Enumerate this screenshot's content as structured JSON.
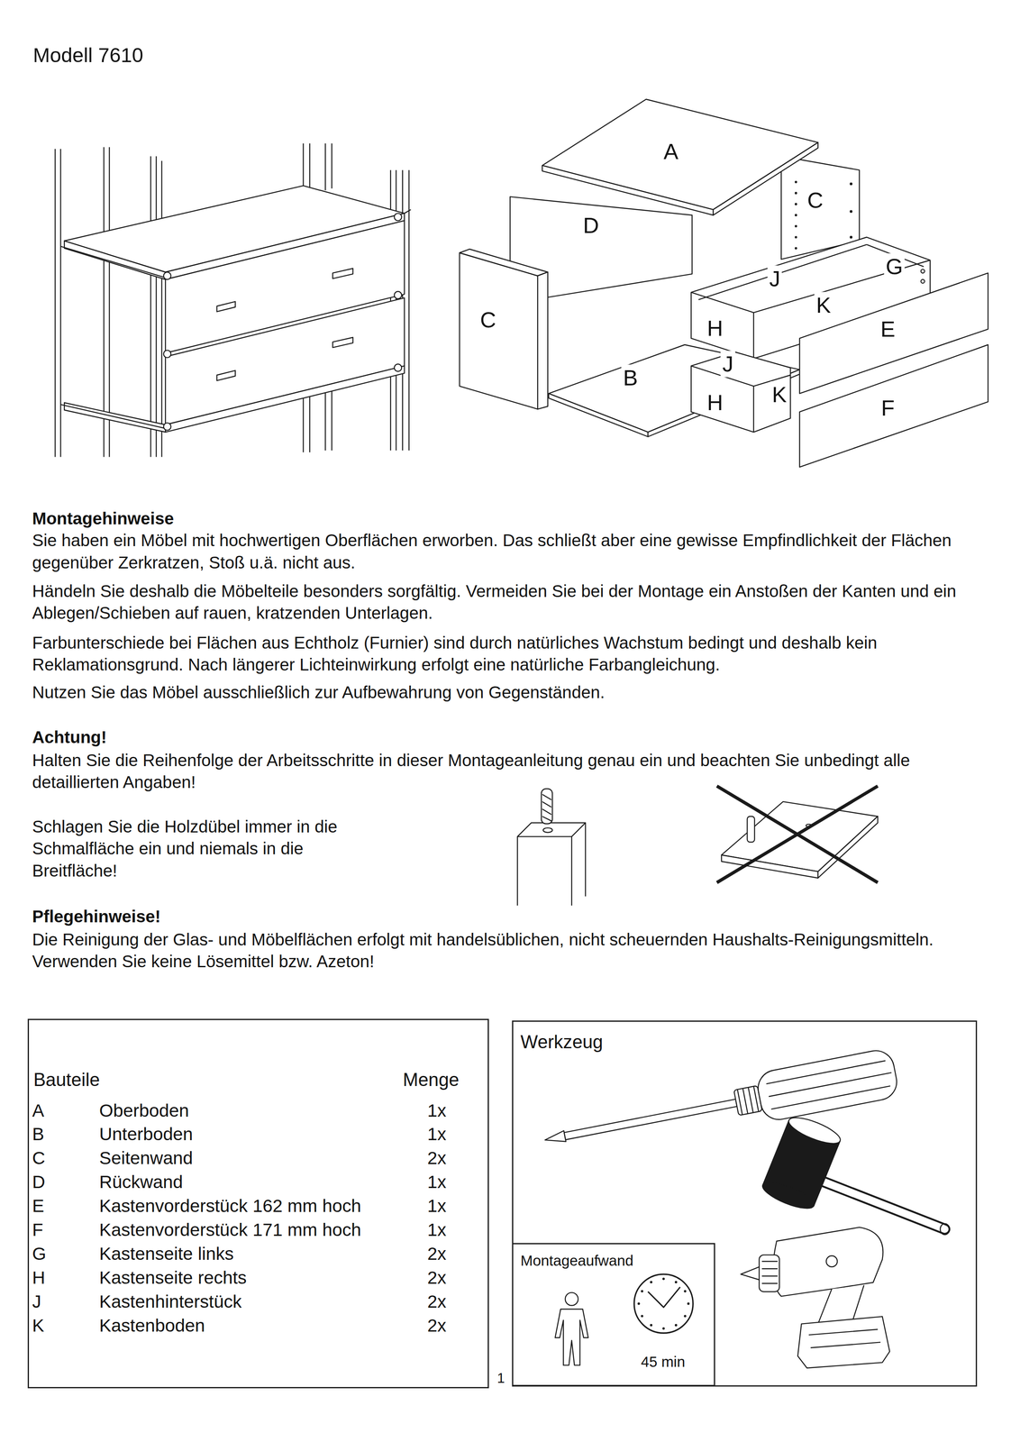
{
  "diagram": {
    "title": "Modell 7610",
    "nodes": [
      {
        "text": [
          "Bauteile",
          "Menge"
        ]
      },
      {
        "text": [
          "Werkzeug"
        ]
      },
      {
        "text": [
          "Montageaufwand",
          "45 min"
        ],
        "in": 1
      }
    ],
    "labels": [
      "A",
      "C",
      "D",
      "G",
      "J",
      "K",
      "C",
      "H",
      "E",
      "J",
      "B",
      "K",
      "H",
      "F",
      "Montagehinweise",
      "Sie haben ein Möbel mit hochwertigen Oberflächen erworben. Das schließt aber eine gewisse Empfindlichkeit der Flächen gegenüber Zerkratzen, Stoß u.ä. nicht aus.",
      "Händeln Sie deshalb die Möbelteile besonders sorgfältig. Vermeiden Sie bei der Montage ein Anstoßen der Kanten und ein Ablegen/Schieben auf rauen, kratzenden Unterlagen.",
      "Farbunterschiede bei Flächen aus Echtholz (Furnier) sind durch natürliches Wachstum bedingt und deshalb kein Reklamationsgrund. Nach längerer Lichteinwirkung erfolgt eine natürliche Farbangleichung.",
      "Nutzen Sie das Möbel ausschließlich zur Aufbewahrung von Gegenständen.",
      "Achtung!",
      "Halten Sie die Reihenfolge der Arbeitsschritte in dieser Montageanleitung genau ein und beachten Sie unbedingt alle detaillierten Angaben!",
      "Schlagen Sie die Holzdübel immer in die Schmalfläche ein und niemals in die Breitfläche!",
      "Pflegehinweise!",
      "Die Reinigung der Glas- und Möbelflächen erfolgt mit handelsüblichen, nicht scheuernden Haushalts-Reinigungsmitteln. Verwenden Sie keine Lösemittel bzw. Azeton!",
      "A",
      "Oberboden",
      "1x",
      "B",
      "Unterboden",
      "1x",
      "C",
      "Seitenwand",
      "2x",
      "D",
      "Rückwand",
      "1x",
      "E",
      "Kastenvorderstück 162 mm hoch",
      "1x",
      "F",
      "Kastenvorderstück 171 mm hoch",
      "1x",
      "G",
      "Kastenseite links",
      "2x",
      "H",
      "Kastenseite rechts",
      "2x",
      "J",
      "Kastenhinterstück",
      "2x",
      "K",
      "Kastenboden",
      "2x",
      "1"
    ]
  }
}
